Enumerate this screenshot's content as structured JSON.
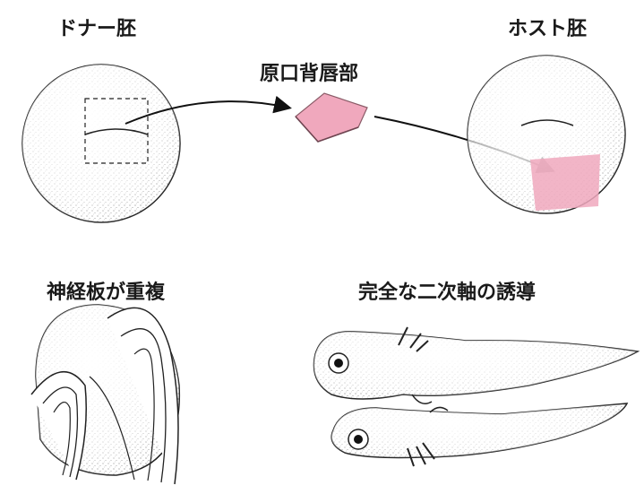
{
  "labels": {
    "donor": "ドナー胚",
    "host": "ホスト胚",
    "lip": "原口背唇部",
    "neural_plate": "神経板が重複",
    "secondary_axis": "完全な二次軸の誘導"
  },
  "colors": {
    "graft_pink": "#f0a8bd",
    "stipple": "#2a2a2a",
    "outline": "#222222"
  }
}
